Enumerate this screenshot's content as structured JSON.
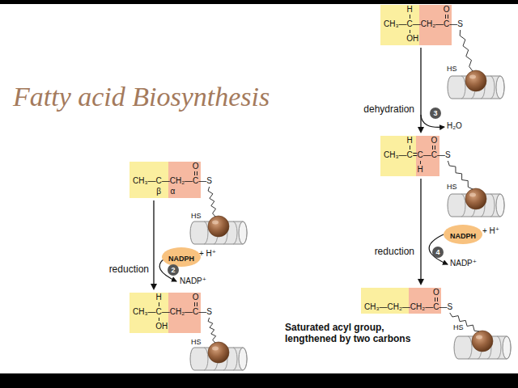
{
  "diagram": {
    "title": "Fatty acid Biosynthesis",
    "nodes": [
      {
        "text": [
          "CH₃—C—CH₂—C—S",
          "O",
          "β",
          "α"
        ]
      },
      {
        "text": [
          "NADPH"
        ]
      },
      {
        "text": [
          "CH₃—C—CH₂—C—S",
          "H",
          "OH",
          "O"
        ]
      },
      {
        "text": [
          "CH₃—C—CH₂—C—S",
          "H",
          "OH",
          "O"
        ]
      },
      {
        "text": [
          "CH₃—C=C—C—S",
          "H",
          "H",
          "O"
        ]
      },
      {
        "text": [
          "NADPH"
        ]
      },
      {
        "text": [
          "CH₃—CH₂—CH₂—C—S",
          "O"
        ]
      }
    ],
    "edges": [
      {
        "from": 0,
        "to": 2,
        "arrow": "to",
        "label": "reduction"
      },
      {
        "from": 3,
        "to": 4,
        "arrow": "to",
        "label": "dehydration"
      },
      {
        "from": 4,
        "to": 6,
        "arrow": "to",
        "label": "reduction"
      }
    ],
    "labels": [
      "HS",
      "2",
      "+ H⁺",
      "NADP⁺",
      "HS",
      "HS",
      "3",
      "H₂O",
      "HS",
      "4",
      "+ H⁺",
      "NADP⁺",
      "Saturated acyl group, lengthened by two carbons",
      "HS"
    ]
  }
}
